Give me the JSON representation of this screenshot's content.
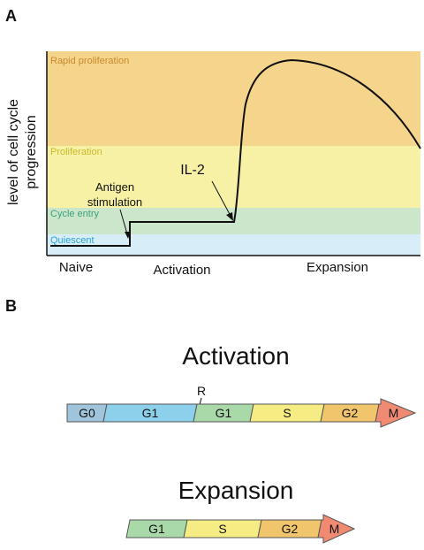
{
  "panel_a": {
    "letter": "A",
    "y_axis_label_line1": "level of cell cycle",
    "y_axis_label_line2": "progression",
    "bands": [
      {
        "label": "Rapid proliferation",
        "fill": "#f5d48c",
        "text_color": "#c98a2e"
      },
      {
        "label": "Proliferation",
        "fill": "#f7f1a6",
        "text_color": "#c8b92c"
      },
      {
        "label": "Cycle entry",
        "fill": "#cce6cc",
        "text_color": "#3aa17a"
      },
      {
        "label": "Quiescent",
        "fill": "#d7eef8",
        "text_color": "#2ba3cf"
      }
    ],
    "phases": [
      "Naive",
      "Activation",
      "Expansion"
    ],
    "annotation_antigen_line1": "Antigen",
    "annotation_antigen_line2": "stimulation",
    "annotation_il2": "IL-2"
  },
  "panel_b": {
    "letter": "B",
    "activation_title": "Activation",
    "restriction_point": "R",
    "activation_segments": [
      {
        "label": "G0",
        "fill": "#9fc4dc"
      },
      {
        "label": "G1",
        "fill": "#8dd0ec"
      },
      {
        "label": "G1",
        "fill": "#a9d9a9"
      },
      {
        "label": "S",
        "fill": "#f5ec84"
      },
      {
        "label": "G2",
        "fill": "#f1c56b"
      },
      {
        "label": "M",
        "fill": "#f08a72"
      }
    ],
    "expansion_title": "Expansion",
    "expansion_segments": [
      {
        "label": "G1",
        "fill": "#a9d9a9"
      },
      {
        "label": "S",
        "fill": "#f5ec84"
      },
      {
        "label": "G2",
        "fill": "#f1c56b"
      },
      {
        "label": "M",
        "fill": "#f08a72"
      }
    ]
  }
}
